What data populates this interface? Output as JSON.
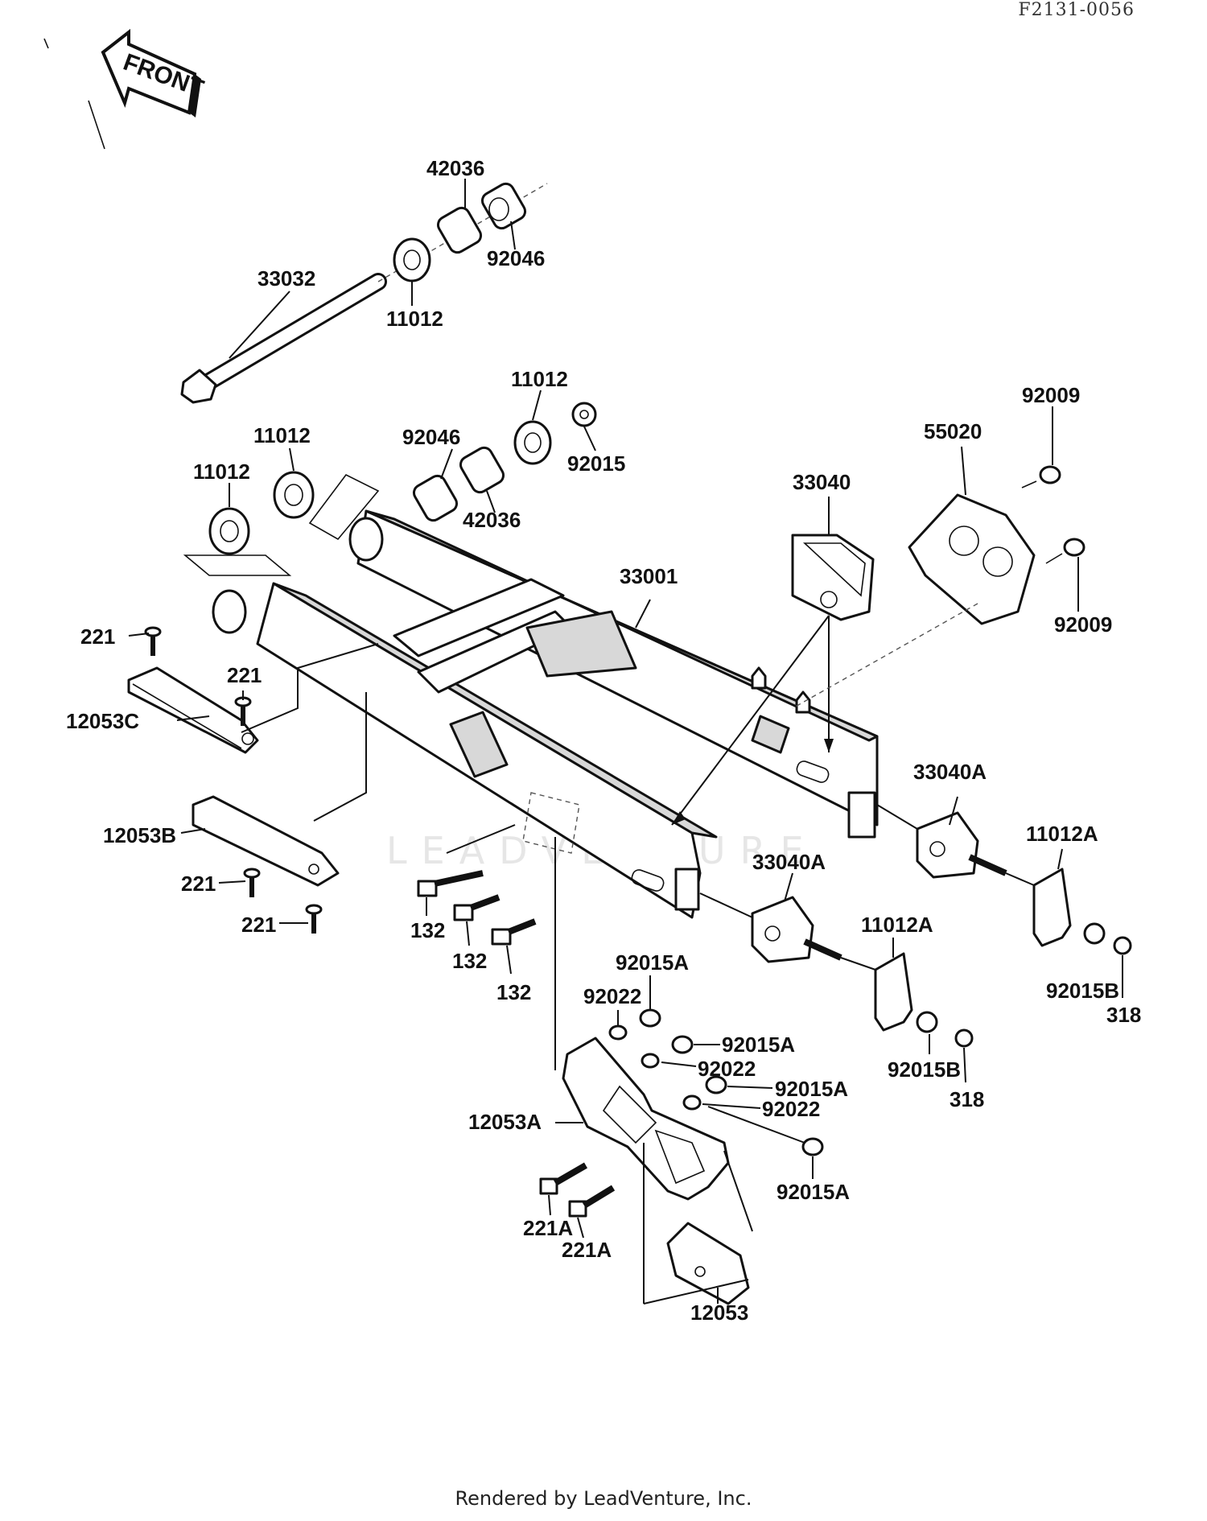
{
  "diagram_code": "F2131-0056",
  "front_arrow_label": "FRONT",
  "watermark": "LEADVENTURE",
  "footer": "Rendered by LeadVenture, Inc.",
  "callouts": [
    {
      "id": "c1",
      "text": "42036"
    },
    {
      "id": "c2",
      "text": "92046"
    },
    {
      "id": "c3",
      "text": "33032"
    },
    {
      "id": "c4",
      "text": "11012"
    },
    {
      "id": "c5",
      "text": "11012"
    },
    {
      "id": "c6",
      "text": "92015"
    },
    {
      "id": "c7",
      "text": "11012"
    },
    {
      "id": "c8",
      "text": "92046"
    },
    {
      "id": "c9",
      "text": "11012"
    },
    {
      "id": "c10",
      "text": "42036"
    },
    {
      "id": "c11",
      "text": "92009"
    },
    {
      "id": "c12",
      "text": "55020"
    },
    {
      "id": "c13",
      "text": "33040"
    },
    {
      "id": "c14",
      "text": "33001"
    },
    {
      "id": "c15",
      "text": "92009"
    },
    {
      "id": "c16",
      "text": "221"
    },
    {
      "id": "c17",
      "text": "221"
    },
    {
      "id": "c18",
      "text": "12053C"
    },
    {
      "id": "c19",
      "text": "33040A"
    },
    {
      "id": "c20",
      "text": "11012A"
    },
    {
      "id": "c21",
      "text": "12053B"
    },
    {
      "id": "c22",
      "text": "33040A"
    },
    {
      "id": "c23",
      "text": "221"
    },
    {
      "id": "c24",
      "text": "221"
    },
    {
      "id": "c25",
      "text": "132"
    },
    {
      "id": "c26",
      "text": "132"
    },
    {
      "id": "c27",
      "text": "132"
    },
    {
      "id": "c28",
      "text": "11012A"
    },
    {
      "id": "c29",
      "text": "92015A"
    },
    {
      "id": "c30",
      "text": "92022"
    },
    {
      "id": "c31",
      "text": "92015B"
    },
    {
      "id": "c32",
      "text": "318"
    },
    {
      "id": "c33",
      "text": "92015A"
    },
    {
      "id": "c34",
      "text": "92022"
    },
    {
      "id": "c35",
      "text": "92015A"
    },
    {
      "id": "c36",
      "text": "92022"
    },
    {
      "id": "c37",
      "text": "92015B"
    },
    {
      "id": "c38",
      "text": "318"
    },
    {
      "id": "c39",
      "text": "12053A"
    },
    {
      "id": "c40",
      "text": "92015A"
    },
    {
      "id": "c41",
      "text": "221A"
    },
    {
      "id": "c42",
      "text": "221A"
    },
    {
      "id": "c43",
      "text": "12053"
    }
  ]
}
